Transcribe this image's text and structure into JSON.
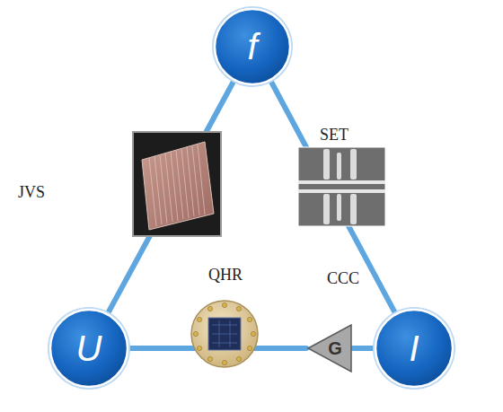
{
  "diagram": {
    "nodes": [
      {
        "text": [
          "f"
        ]
      },
      {
        "text": [
          "U"
        ]
      },
      {
        "text": [
          "G"
        ]
      },
      {
        "text": [
          "I"
        ]
      }
    ],
    "edges": [
      {
        "from": 0,
        "to": 1,
        "arrow": "none"
      },
      {
        "from": 0,
        "to": 3,
        "arrow": "none"
      },
      {
        "from": 1,
        "to": 2,
        "arrow": "none"
      },
      {
        "from": 2,
        "to": 3,
        "arrow": "none"
      }
    ],
    "labels": [
      "JVS",
      "SET",
      "QHR",
      "CCC"
    ]
  }
}
